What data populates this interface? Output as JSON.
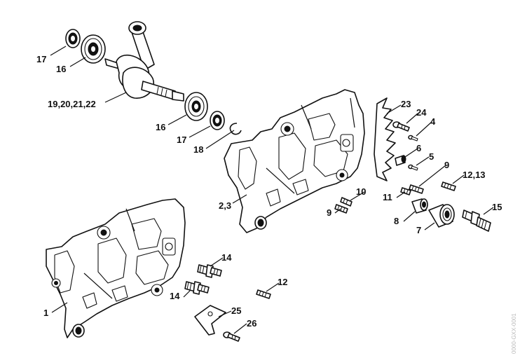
{
  "diagram": {
    "part_labels": {
      "l1": "1",
      "l2_3": "2,3",
      "l4": "4",
      "l5": "5",
      "l6": "6",
      "l7": "7",
      "l8": "8",
      "l9a": "9",
      "l9b": "9",
      "l10": "10",
      "l11": "11",
      "l12a": "12",
      "l12_13": "12,13",
      "l14a": "14",
      "l14b": "14",
      "l15": "15",
      "l16a": "16",
      "l16b": "16",
      "l17a": "17",
      "l17b": "17",
      "l18": "18",
      "l19_22": "19,20,21,22",
      "l23": "23",
      "l24": "24",
      "l25": "25",
      "l26": "26"
    },
    "watermark": "0000-GXX-0001"
  }
}
